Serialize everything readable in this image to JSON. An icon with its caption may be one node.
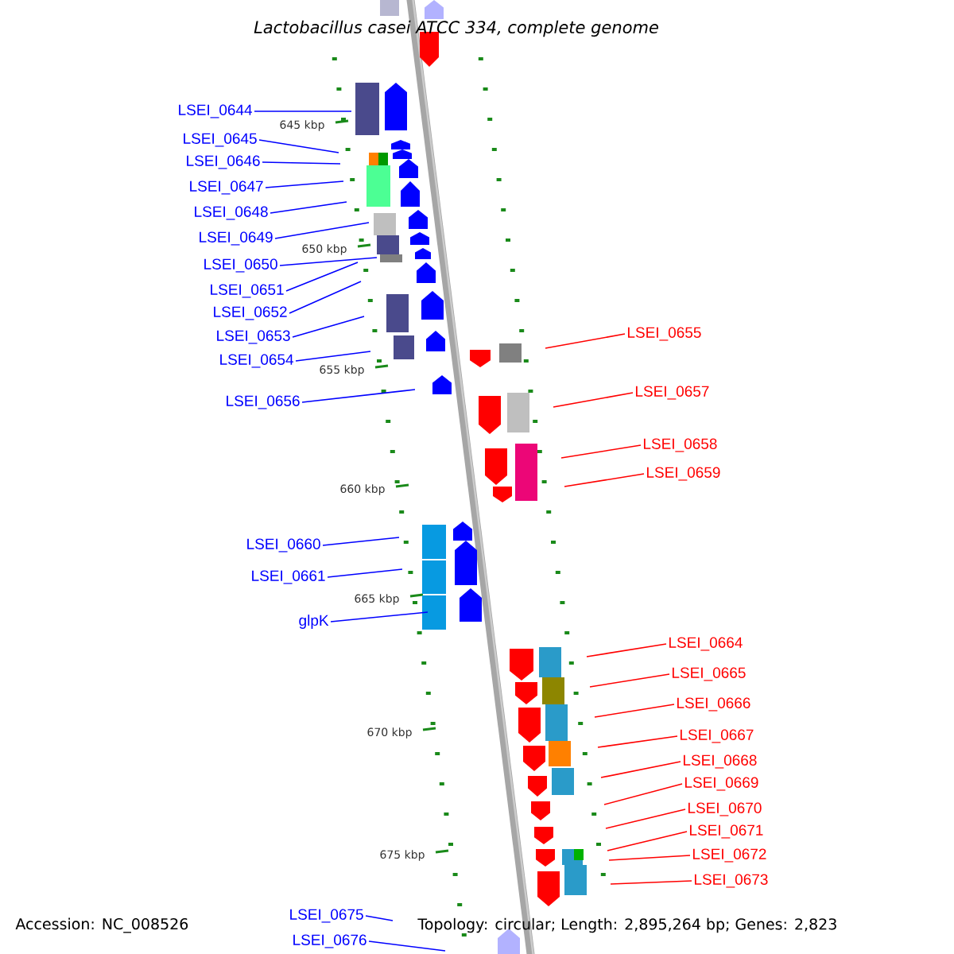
{
  "diagram": {
    "title": "Lactobacillus casei ATCC 334, complete genome",
    "nodes": [
      {
        "text": [
          "LSEI_0644"
        ]
      },
      {
        "text": [
          "LSEI_0645"
        ]
      },
      {
        "text": [
          "LSEI_0646"
        ]
      },
      {
        "text": [
          "LSEI_0647"
        ]
      },
      {
        "text": [
          "LSEI_0648"
        ]
      },
      {
        "text": [
          "LSEI_0649"
        ]
      },
      {
        "text": [
          "LSEI_0650"
        ]
      },
      {
        "text": [
          "LSEI_0651"
        ]
      },
      {
        "text": [
          "LSEI_0652"
        ]
      },
      {
        "text": [
          "LSEI_0653"
        ]
      },
      {
        "text": [
          "LSEI_0654"
        ]
      },
      {
        "text": [
          "LSEI_0655"
        ]
      },
      {
        "text": [
          "LSEI_0656"
        ]
      },
      {
        "text": [
          "LSEI_0657"
        ]
      },
      {
        "text": [
          "LSEI_0658"
        ]
      },
      {
        "text": [
          "LSEI_0659"
        ]
      },
      {
        "text": [
          "LSEI_0660"
        ]
      },
      {
        "text": [
          "LSEI_0661"
        ]
      },
      {
        "text": [
          "glpK"
        ]
      },
      {
        "text": [
          "LSEI_0664"
        ]
      },
      {
        "text": [
          "LSEI_0665"
        ]
      },
      {
        "text": [
          "LSEI_0666"
        ]
      },
      {
        "text": [
          "LSEI_0667"
        ]
      },
      {
        "text": [
          "LSEI_0668"
        ]
      },
      {
        "text": [
          "LSEI_0669"
        ]
      },
      {
        "text": [
          "LSEI_0670"
        ]
      },
      {
        "text": [
          "LSEI_0671"
        ]
      },
      {
        "text": [
          "LSEI_0672"
        ]
      },
      {
        "text": [
          "LSEI_0673"
        ]
      },
      {
        "text": [
          "LSEI_0675"
        ]
      },
      {
        "text": [
          "LSEI_0676"
        ]
      }
    ],
    "edges": [
      {
        "from": 0,
        "to": null,
        "arrow": "none"
      },
      {
        "from": 1,
        "to": null,
        "arrow": "none"
      },
      {
        "from": 2,
        "to": null,
        "arrow": "none"
      },
      {
        "from": 3,
        "to": null,
        "arrow": "none"
      },
      {
        "from": 4,
        "to": null,
        "arrow": "none"
      },
      {
        "from": 5,
        "to": null,
        "arrow": "none"
      },
      {
        "from": 6,
        "to": null,
        "arrow": "none"
      },
      {
        "from": 7,
        "to": null,
        "arrow": "none"
      },
      {
        "from": 8,
        "to": null,
        "arrow": "none"
      },
      {
        "from": 9,
        "to": null,
        "arrow": "none"
      },
      {
        "from": 10,
        "to": null,
        "arrow": "none"
      },
      {
        "from": 11,
        "to": null,
        "arrow": "none",
        "color": "#ff0000"
      },
      {
        "from": 12,
        "to": null,
        "arrow": "none"
      },
      {
        "from": 13,
        "to": null,
        "arrow": "none",
        "color": "#ff0000"
      },
      {
        "from": 14,
        "to": null,
        "arrow": "none",
        "color": "#ff0000"
      },
      {
        "from": 15,
        "to": null,
        "arrow": "none",
        "color": "#ff0000"
      },
      {
        "from": 16,
        "to": null,
        "arrow": "none"
      },
      {
        "from": 17,
        "to": null,
        "arrow": "none"
      },
      {
        "from": 18,
        "to": null,
        "arrow": "none"
      },
      {
        "from": 19,
        "to": null,
        "arrow": "none",
        "color": "#ff0000"
      },
      {
        "from": 20,
        "to": null,
        "arrow": "none",
        "color": "#ff0000"
      },
      {
        "from": 21,
        "to": null,
        "arrow": "none",
        "color": "#ff0000"
      },
      {
        "from": 22,
        "to": null,
        "arrow": "none",
        "color": "#ff0000"
      },
      {
        "from": 23,
        "to": null,
        "arrow": "none",
        "color": "#ff0000"
      },
      {
        "from": 24,
        "to": null,
        "arrow": "none",
        "color": "#ff0000"
      },
      {
        "from": 25,
        "to": null,
        "arrow": "none",
        "color": "#ff0000"
      },
      {
        "from": 26,
        "to": null,
        "arrow": "none",
        "color": "#ff0000"
      },
      {
        "from": 27,
        "to": null,
        "arrow": "none",
        "color": "#ff0000"
      },
      {
        "from": 28,
        "to": null,
        "arrow": "none",
        "color": "#ff0000"
      },
      {
        "from": 29,
        "to": null,
        "arrow": "none"
      },
      {
        "from": 30,
        "to": null,
        "arrow": "none"
      }
    ],
    "labels": [
      "645 kbp",
      "650 kbp",
      "655 kbp",
      "660 kbp",
      "665 kbp",
      "670 kbp",
      "675 kbp",
      "Accession: NC_008526",
      "Topology: circular; Length: 2,895,264 bp; Genes: 2,823"
    ]
  }
}
